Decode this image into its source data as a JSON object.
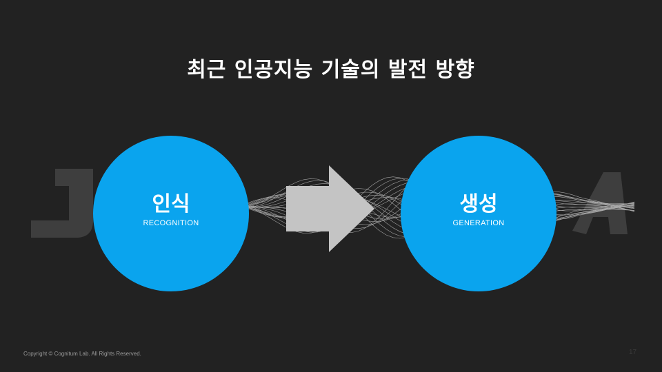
{
  "slide": {
    "title": "최근 인공지능 기술의 발전 방향",
    "left_circle": {
      "label_ko": "인식",
      "label_en": "RECOGNITION"
    },
    "right_circle": {
      "label_ko": "생성",
      "label_en": "GENERATION"
    },
    "footer": "Copyright © Cognitum Lab. All Rights Reserved.",
    "page_number": "17"
  },
  "colors": {
    "background": "#222222",
    "circle_fill": "#0aa4ee",
    "arrow_fill": "#c4c4c4",
    "text": "#ffffff",
    "footer_text": "#9a9a9a"
  },
  "icons": {
    "arrow": "right-arrow-icon",
    "background_graphic": "wave-lines-graphic"
  }
}
